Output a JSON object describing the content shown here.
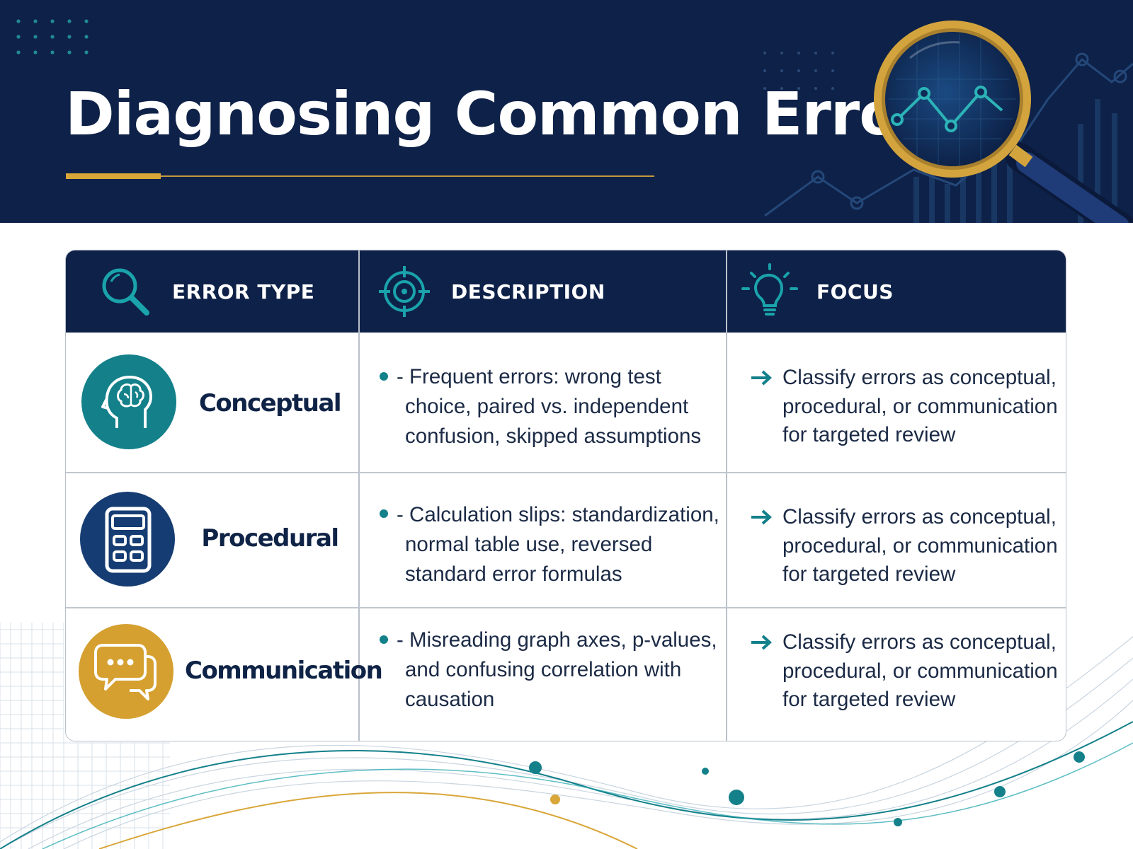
{
  "header": {
    "title": "Diagnosing Common Errors"
  },
  "table": {
    "columns": [
      {
        "label": "ERROR TYPE",
        "icon": "magnifier-icon"
      },
      {
        "label": "DESCRIPTION",
        "icon": "target-icon"
      },
      {
        "label": "FOCUS",
        "icon": "lightbulb-icon"
      }
    ],
    "rows": [
      {
        "type": "Conceptual",
        "icon": "brain-head-icon",
        "badge_color": "#13808a",
        "description": "Frequent errors: wrong test choice, paired vs. independent confusion, skipped assumptions",
        "focus": "Classify errors as conceptual, procedural, or communication for targeted review"
      },
      {
        "type": "Procedural",
        "icon": "calculator-icon",
        "badge_color": "#163d73",
        "description": "Calculation slips: standardization, normal table use, reversed standard error formulas",
        "focus": "Classify errors as conceptual, procedural, or communication for targeted review"
      },
      {
        "type": "Communication",
        "icon": "chat-bubbles-icon",
        "badge_color": "#d5a030",
        "description": "Misreading graph axes, p-values, and confusing correlation with causation",
        "focus": "Classify errors as conceptual, procedural, or communication for targeted review"
      }
    ]
  },
  "colors": {
    "navy": "#0e2148",
    "teal": "#13808a",
    "gold": "#d9a639"
  }
}
